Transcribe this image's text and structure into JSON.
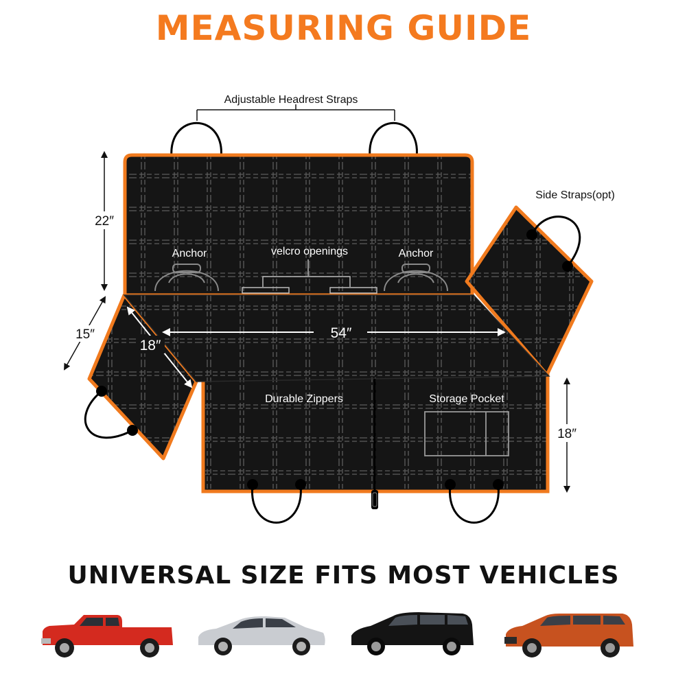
{
  "title": "MEASURING GUIDE",
  "labels": {
    "headrest_straps": "Adjustable Headrest Straps",
    "side_straps": "Side Straps(opt)",
    "anchor_left": "Anchor",
    "anchor_right": "Anchor",
    "velcro": "velcro openings",
    "zippers": "Durable Zippers",
    "pocket": "Storage Pocket"
  },
  "dimensions": {
    "back_height": "22″",
    "flap_outer": "15″",
    "flap_inner": "18″",
    "width": "54″",
    "front_height": "18″"
  },
  "tagline": "UNIVERSAL SIZE FITS MOST VEHICLES",
  "vehicles": [
    {
      "type": "pickup-truck",
      "color": "#d42a1f"
    },
    {
      "type": "sedan",
      "color": "#c9ccd1"
    },
    {
      "type": "minivan",
      "color": "#141414"
    },
    {
      "type": "suv",
      "color": "#c7521f"
    }
  ],
  "colors": {
    "accent": "#f47a1f",
    "fabric": "#151515",
    "trim": "#f07a1e"
  }
}
